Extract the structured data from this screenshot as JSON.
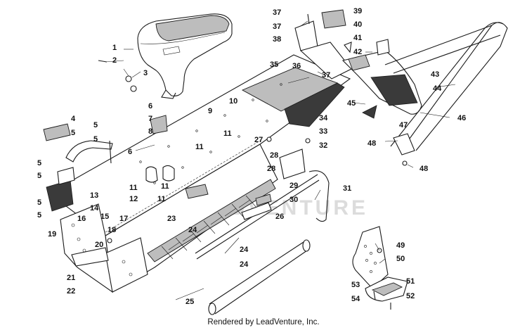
{
  "footer_text": "Rendered by LeadVenture, Inc.",
  "watermark_text": "LEADVENTURE",
  "callouts": [
    "1",
    "2",
    "3",
    "4",
    "5",
    "5",
    "5",
    "5",
    "5",
    "5",
    "5",
    "6",
    "6",
    "7",
    "8",
    "9",
    "10",
    "11",
    "11",
    "11",
    "11",
    "11",
    "12",
    "13",
    "14",
    "15",
    "16",
    "17",
    "18",
    "19",
    "20",
    "21",
    "22",
    "23",
    "24",
    "24",
    "24",
    "25",
    "26",
    "27",
    "28",
    "28",
    "29",
    "30",
    "31",
    "32",
    "33",
    "34",
    "35",
    "36",
    "37",
    "37",
    "37",
    "38",
    "39",
    "40",
    "41",
    "42",
    "43",
    "44",
    "45",
    "46",
    "47",
    "48",
    "48",
    "49",
    "50",
    "51",
    "52",
    "53",
    "54"
  ],
  "colors": {
    "line": "#1a1a1a",
    "shade": "#bdbdbd",
    "dark": "#3a3a3a",
    "background": "#ffffff"
  }
}
